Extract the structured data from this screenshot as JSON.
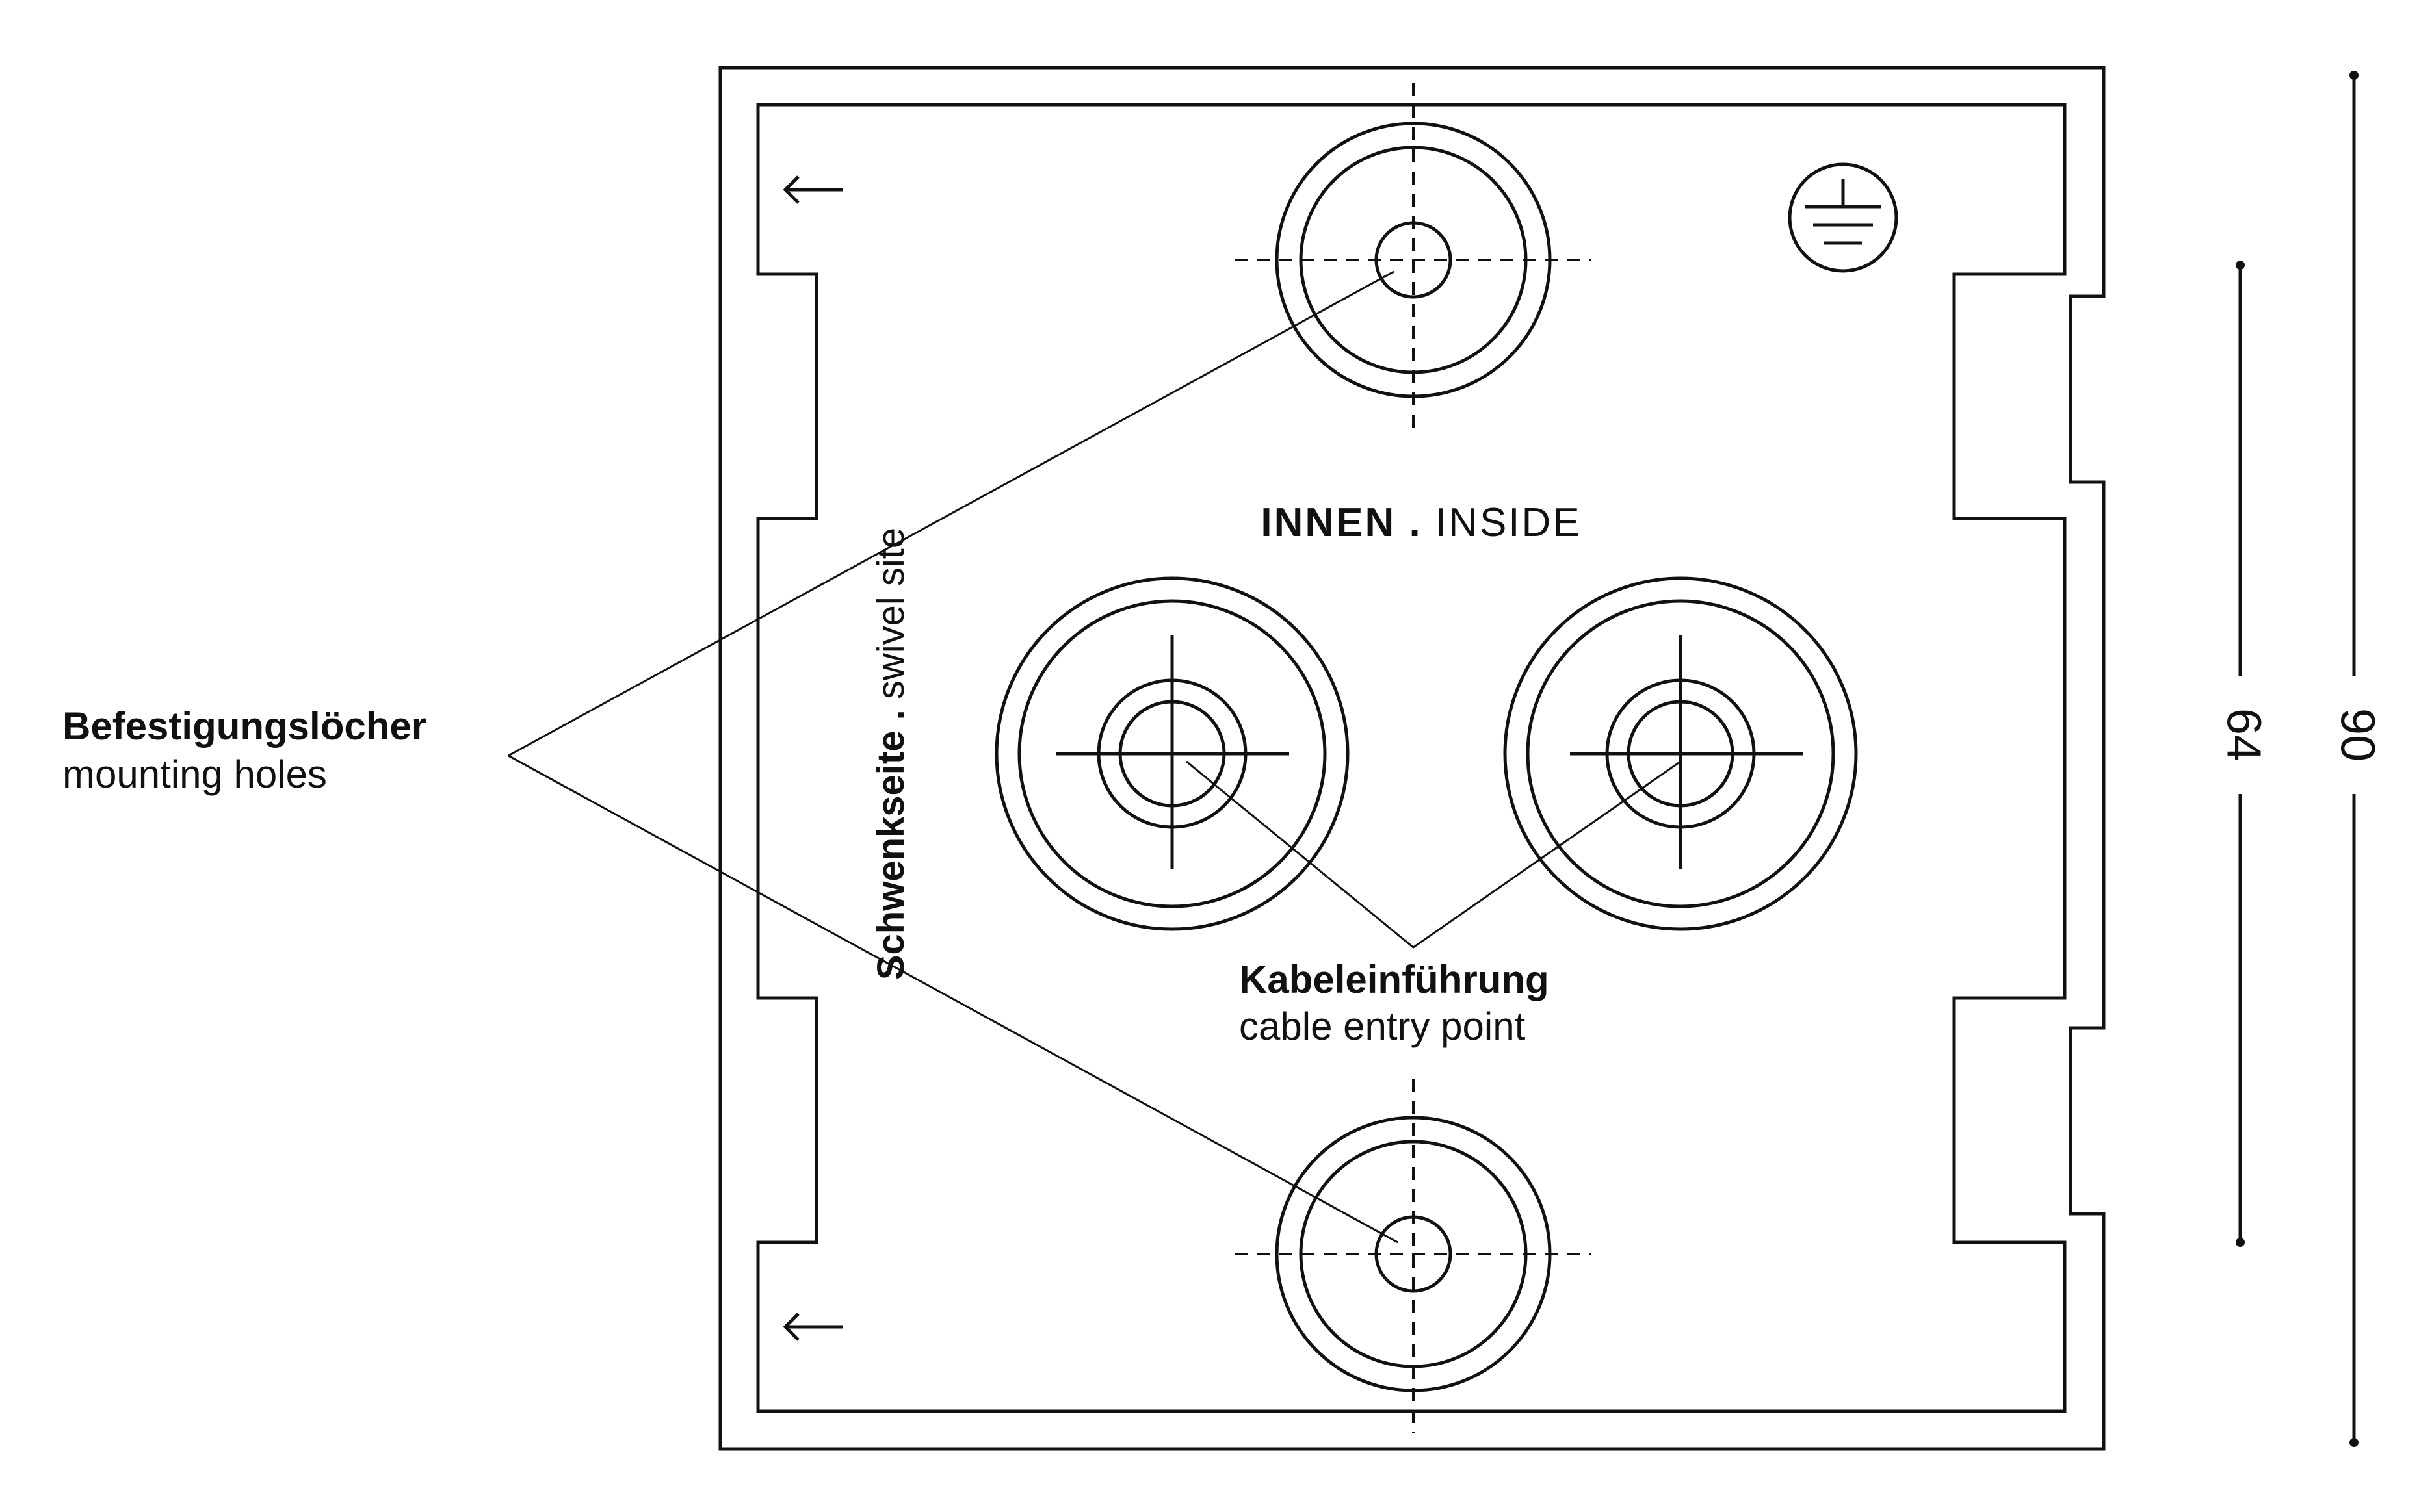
{
  "labels": {
    "inside": {
      "bold": "INNEN .",
      "light": "INSIDE"
    },
    "swivel": {
      "bold": "Schwenkseite .",
      "light": "swivel site"
    },
    "mounting_holes": {
      "bold": "Befestigungslöcher",
      "light": "mounting holes"
    },
    "cable_entry": {
      "bold": "Kabeleinführung",
      "light": "cable entry point"
    }
  },
  "dimensions": {
    "inner": "64",
    "outer": "90"
  },
  "icons": [
    "ground-icon",
    "arrow-left-icon"
  ],
  "colors": {
    "line": "#111111",
    "background": "#ffffff"
  }
}
